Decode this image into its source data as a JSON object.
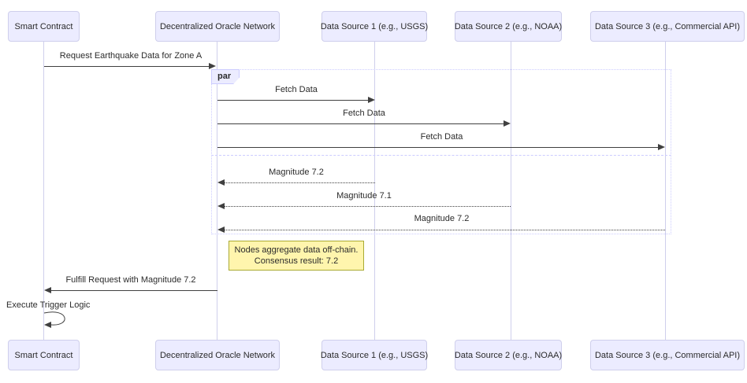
{
  "diagram": {
    "type": "sequence-diagram",
    "participants": [
      {
        "id": "smart-contract",
        "label": "Smart Contract"
      },
      {
        "id": "oracle-network",
        "label": "Decentralized Oracle Network"
      },
      {
        "id": "data-source-1",
        "label": "Data Source 1 (e.g., USGS)"
      },
      {
        "id": "data-source-2",
        "label": "Data Source 2 (e.g., NOAA)"
      },
      {
        "id": "data-source-3",
        "label": "Data Source 3 (e.g., Commercial API)"
      }
    ],
    "par_block": {
      "label": "par"
    },
    "messages": [
      {
        "from": "smart-contract",
        "to": "oracle-network",
        "label": "Request Earthquake Data for Zone A",
        "style": "solid"
      },
      {
        "from": "oracle-network",
        "to": "data-source-1",
        "label": "Fetch Data",
        "style": "solid"
      },
      {
        "from": "oracle-network",
        "to": "data-source-2",
        "label": "Fetch Data",
        "style": "solid"
      },
      {
        "from": "oracle-network",
        "to": "data-source-3",
        "label": "Fetch Data",
        "style": "solid"
      },
      {
        "from": "data-source-1",
        "to": "oracle-network",
        "label": "Magnitude 7.2",
        "style": "dotted"
      },
      {
        "from": "data-source-2",
        "to": "oracle-network",
        "label": "Magnitude 7.1",
        "style": "dotted"
      },
      {
        "from": "data-source-3",
        "to": "oracle-network",
        "label": "Magnitude 7.2",
        "style": "dotted"
      },
      {
        "from": "oracle-network",
        "to": "smart-contract",
        "label": "Fulfill Request with Magnitude 7.2",
        "style": "solid"
      },
      {
        "from": "smart-contract",
        "to": "smart-contract",
        "label": "Execute Trigger Logic",
        "style": "self"
      }
    ],
    "note": {
      "line1": "Nodes aggregate data off-chain.",
      "line2": "Consensus result: 7.2"
    },
    "colors": {
      "actor_fill": "#ECECFF",
      "actor_border": "#CFCFEC",
      "lifeline": "#CFCFEC",
      "note_fill": "#FFF5AD",
      "note_border": "#AAAA33",
      "message_line": "#404040",
      "frame_line": "#CCCCFF"
    }
  }
}
